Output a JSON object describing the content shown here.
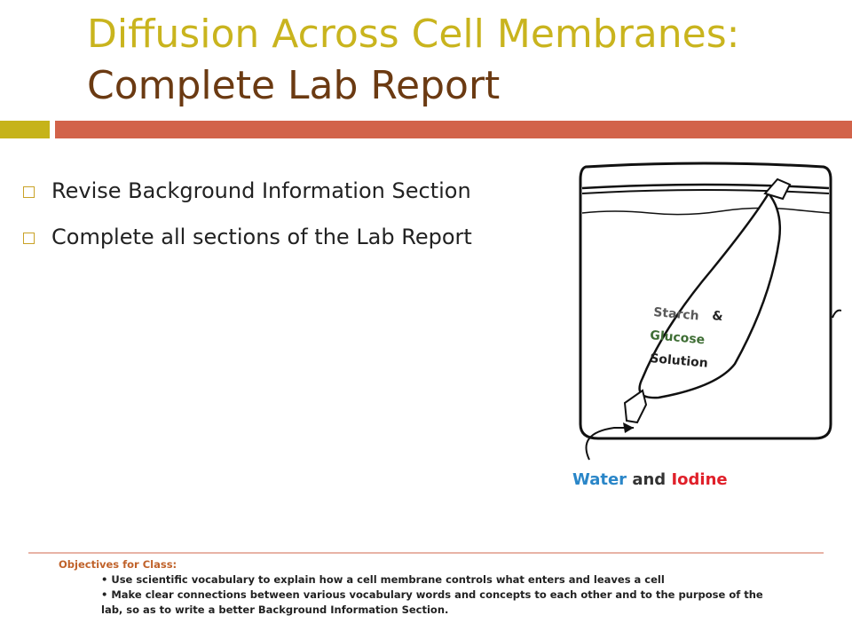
{
  "title": {
    "line1": "Diffusion Across Cell Membranes:",
    "line2": "Complete Lab Report"
  },
  "bullets": [
    "Revise Background Information Section",
    "Complete all sections of the Lab Report"
  ],
  "diagram": {
    "starch": "Starch",
    "amp": "&",
    "glucose": "Glucose",
    "solution": "Solution",
    "caption_water": "Water",
    "caption_and": "and",
    "caption_iodine": "Iodine"
  },
  "objectives": {
    "heading": "Objectives for Class:",
    "items": [
      "• Use scientific vocabulary to explain how a cell membrane controls what enters and leaves a cell",
      "• Make clear connections between various vocabulary words and concepts to each other and to the purpose of the lab, so as to write a better Background Information Section."
    ]
  },
  "colors": {
    "title_gold": "#c9b41e",
    "title_brown": "#6b3a12",
    "bar_gold": "#c6b31a",
    "bar_red": "#d2634a",
    "water_blue": "#2a86c8",
    "iodine_red": "#e0202a"
  }
}
